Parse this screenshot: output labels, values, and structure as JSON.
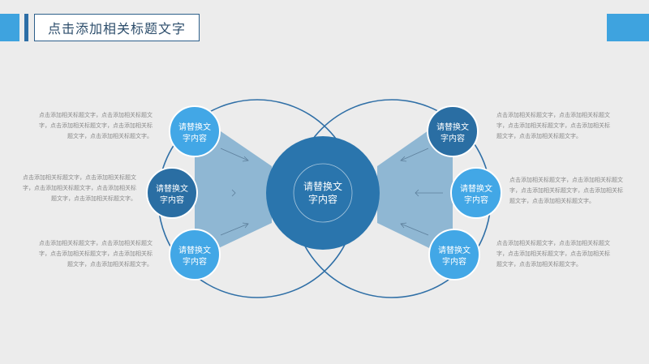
{
  "header": {
    "title": "点击添加相关标题文字"
  },
  "center": {
    "line1": "请替换文",
    "line2": "字内容"
  },
  "left_nodes": [
    {
      "line1": "请替换文",
      "line2": "字内容"
    },
    {
      "line1": "请替换文",
      "line2": "字内容"
    },
    {
      "line1": "请替换文",
      "line2": "字内容"
    }
  ],
  "right_nodes": [
    {
      "line1": "请替换文",
      "line2": "字内容"
    },
    {
      "line1": "请替换文",
      "line2": "字内容"
    },
    {
      "line1": "请替换文",
      "line2": "字内容"
    }
  ],
  "left_descriptions": [
    "点击添加相关标题文字，点击添加相关标题文字，点击添加相关标题文字，点击添加相关标题文字，点击添加相关标题文字。",
    "点击添加相关标题文字，点击添加相关标题文字，点击添加相关标题文字，点击添加相关标题文字，点击添加相关标题文字。",
    "点击添加相关标题文字，点击添加相关标题文字，点击添加相关标题文字，点击添加相关标题文字，点击添加相关标题文字。"
  ],
  "right_descriptions": [
    "点击添加相关标题文字，点击添加相关标题文字，点击添加相关标题文字，点击添加相关标题文字，点击添加相关标题文字。",
    "点击添加相关标题文字，点击添加相关标题文字，点击添加相关标题文字，点击添加相关标题文字，点击添加相关标题文字。",
    "点击添加相关标题文字，点击添加相关标题文字，点击添加相关标题文字，点击添加相关标题文字，点击添加相关标题文字。"
  ],
  "colors": {
    "accent_light": "#3ea3df",
    "accent_dark": "#2d6ea6",
    "node_dark": "#2a6ea3",
    "node_light": "#42a7e6",
    "center_outer": "#2a75ad",
    "center_inner": "#1f5e90",
    "fan": "#8fb7d3",
    "outline": "#2f6fa6"
  }
}
